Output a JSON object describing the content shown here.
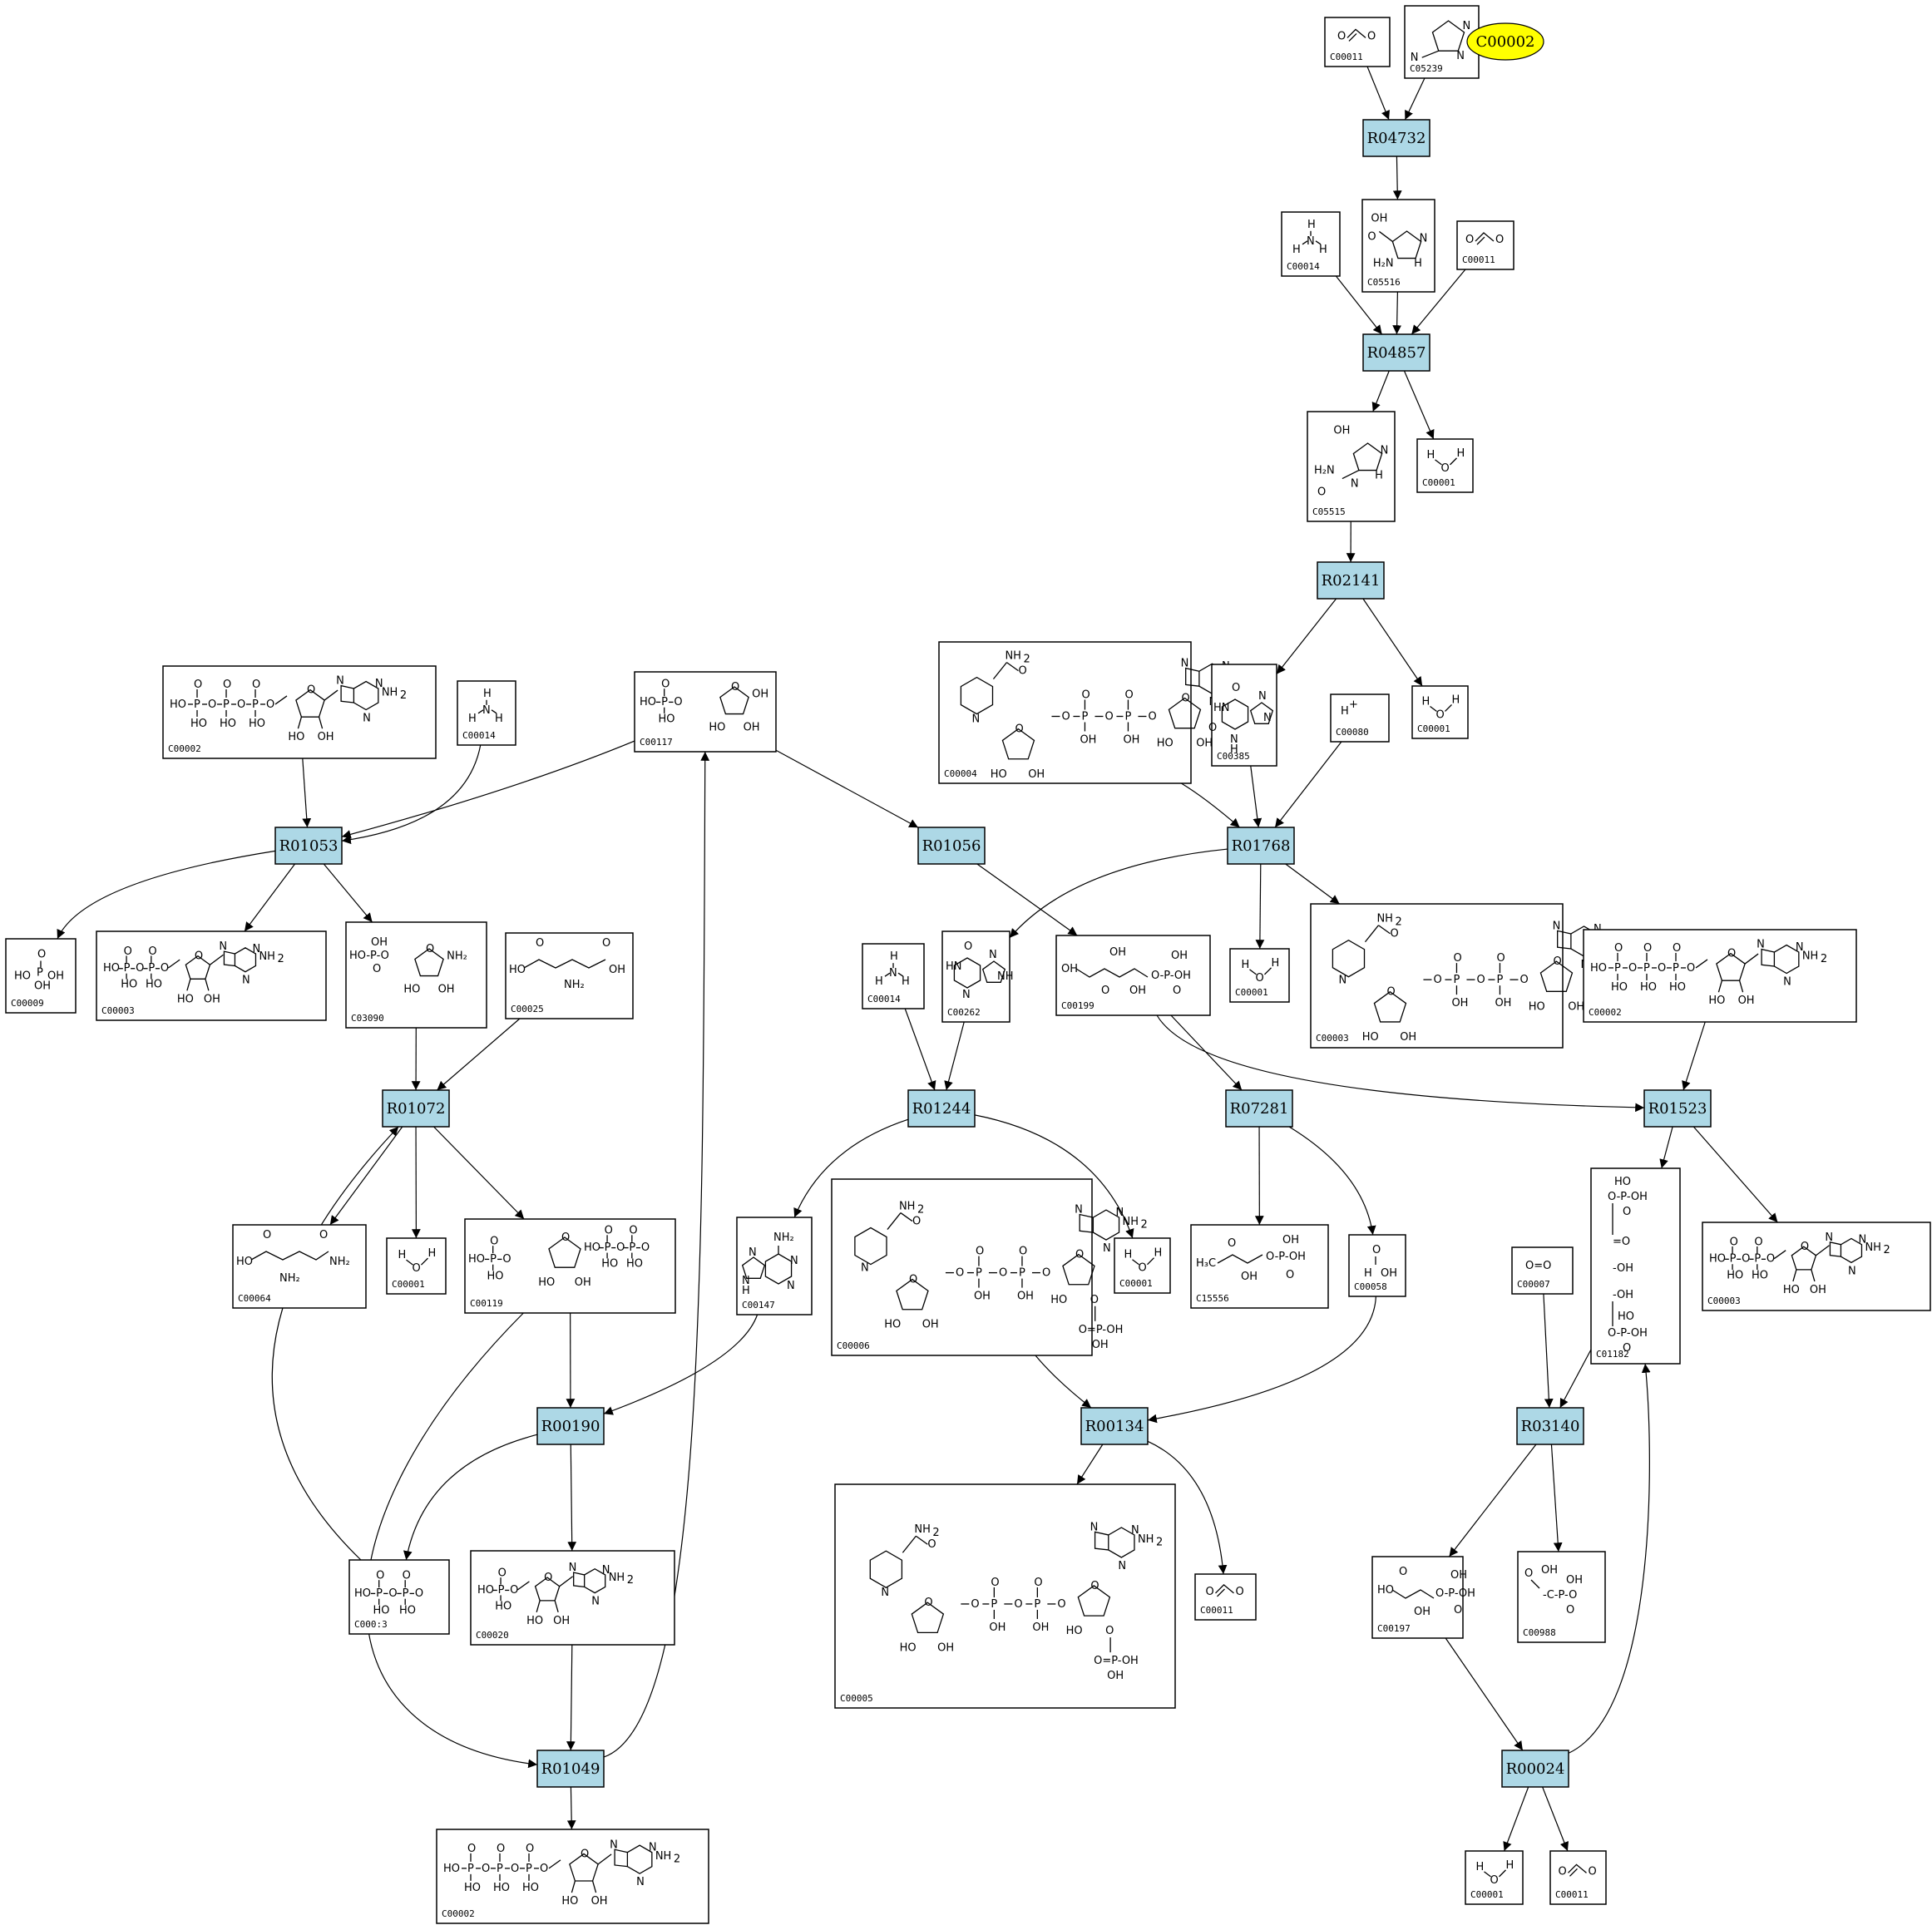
{
  "highlight": {
    "label": "C00002",
    "color": "#ffff00"
  },
  "reaction_color": "#add8e6",
  "reactions": [
    {
      "id": "R04732",
      "label": "R04732"
    },
    {
      "id": "R04857",
      "label": "R04857"
    },
    {
      "id": "R02141",
      "label": "R02141"
    },
    {
      "id": "R01053",
      "label": "R01053"
    },
    {
      "id": "R01056",
      "label": "R01056"
    },
    {
      "id": "R01768",
      "label": "R01768"
    },
    {
      "id": "R01072",
      "label": "R01072"
    },
    {
      "id": "R01244",
      "label": "R01244"
    },
    {
      "id": "R07281",
      "label": "R07281"
    },
    {
      "id": "R01523",
      "label": "R01523"
    },
    {
      "id": "R00190",
      "label": "R00190"
    },
    {
      "id": "R00134",
      "label": "R00134"
    },
    {
      "id": "R03140",
      "label": "R03140"
    },
    {
      "id": "R01049",
      "label": "R01049"
    },
    {
      "id": "R00024",
      "label": "R00024"
    }
  ],
  "compounds": [
    {
      "key": "c11a",
      "label": "C00011",
      "struct": "O=C=O"
    },
    {
      "key": "c5239",
      "label": "C05239",
      "struct": "imidazole"
    },
    {
      "key": "c14a",
      "label": "C00014",
      "struct": "NH3"
    },
    {
      "key": "c5516",
      "label": "C05516",
      "struct": "aminoimidazole-carboxylate"
    },
    {
      "key": "c11b",
      "label": "C00011",
      "struct": "O=C=O"
    },
    {
      "key": "c5515",
      "label": "C05515",
      "struct": "carbamoyl-imidazole"
    },
    {
      "key": "c1a",
      "label": "C00001",
      "struct": "H2O"
    },
    {
      "key": "c2a",
      "label": "C00002",
      "struct": "ATP"
    },
    {
      "key": "c14b",
      "label": "C00014",
      "struct": "NH3"
    },
    {
      "key": "c117",
      "label": "C00117",
      "struct": "ribose-5-phosphate"
    },
    {
      "key": "c4",
      "label": "C00004",
      "struct": "NADH"
    },
    {
      "key": "c385",
      "label": "C00385",
      "struct": "xanthine"
    },
    {
      "key": "c80",
      "label": "C00080",
      "struct": "H+"
    },
    {
      "key": "c1b",
      "label": "C00001",
      "struct": "H2O"
    },
    {
      "key": "c9",
      "label": "C00009",
      "struct": "phosphate"
    },
    {
      "key": "c3a",
      "label": "C00003",
      "struct": "AMP"
    },
    {
      "key": "c3090",
      "label": "C03090",
      "struct": "aminoribose-phosphate"
    },
    {
      "key": "c25",
      "label": "C00025",
      "struct": "glutamate"
    },
    {
      "key": "c14c",
      "label": "C00014",
      "struct": "NH3"
    },
    {
      "key": "c262",
      "label": "C00262",
      "struct": "hypoxanthine"
    },
    {
      "key": "c199",
      "label": "C00199",
      "struct": "ribulose-5-phosphate"
    },
    {
      "key": "c1c",
      "label": "C00001",
      "struct": "H2O"
    },
    {
      "key": "c3b",
      "label": "C00003",
      "struct": "NAD+"
    },
    {
      "key": "c2b",
      "label": "C00002",
      "struct": "ATP"
    },
    {
      "key": "c64",
      "label": "C00064",
      "struct": "glutamine"
    },
    {
      "key": "c1d",
      "label": "C00001",
      "struct": "H2O"
    },
    {
      "key": "c119",
      "label": "C00119",
      "struct": "PRPP"
    },
    {
      "key": "c147",
      "label": "C00147",
      "struct": "adenine"
    },
    {
      "key": "c6",
      "label": "C00006",
      "struct": "NADP+"
    },
    {
      "key": "c1e",
      "label": "C00001",
      "struct": "H2O"
    },
    {
      "key": "c15556",
      "label": "C15556",
      "struct": "hydroxyacetone-phosphate"
    },
    {
      "key": "c58",
      "label": "C00058",
      "struct": "formate"
    },
    {
      "key": "c1182",
      "label": "C01182",
      "struct": "ribulose-bisphosphate"
    },
    {
      "key": "c3c",
      "label": "C00003",
      "struct": "AMP"
    },
    {
      "key": "c7",
      "label": "C00007",
      "struct": "O=O"
    },
    {
      "key": "c13",
      "label": "C00013",
      "display": "C000:3",
      "struct": "pyrophosphate"
    },
    {
      "key": "c20",
      "label": "C00020",
      "struct": "AMP"
    },
    {
      "key": "c5",
      "label": "C00005",
      "struct": "NADPH"
    },
    {
      "key": "c11c",
      "label": "C00011",
      "struct": "O=C=O"
    },
    {
      "key": "c197",
      "label": "C00197",
      "struct": "3-phosphoglycerate"
    },
    {
      "key": "c988",
      "label": "C00988",
      "struct": "phosphoglycolate"
    },
    {
      "key": "c2c",
      "label": "C00002",
      "struct": "ATP"
    },
    {
      "key": "c1f",
      "label": "C00001",
      "struct": "H2O"
    },
    {
      "key": "c11d",
      "label": "C00011",
      "struct": "O=C=O"
    }
  ],
  "edges": [
    [
      "c11a",
      "R04732"
    ],
    [
      "c5239",
      "R04732"
    ],
    [
      "R04732",
      "c5516"
    ],
    [
      "c14a",
      "R04857"
    ],
    [
      "c5516",
      "R04857"
    ],
    [
      "c11b",
      "R04857"
    ],
    [
      "R04857",
      "c5515"
    ],
    [
      "R04857",
      "c1a"
    ],
    [
      "c5515",
      "R02141"
    ],
    [
      "R02141",
      "c385"
    ],
    [
      "R02141",
      "c1b"
    ],
    [
      "c2a",
      "R01053"
    ],
    [
      "c14b",
      "R01053"
    ],
    [
      "c117",
      "R01053"
    ],
    [
      "R01053",
      "c9"
    ],
    [
      "R01053",
      "c3a"
    ],
    [
      "R01053",
      "c3090"
    ],
    [
      "c117",
      "R01056"
    ],
    [
      "R01056",
      "c199"
    ],
    [
      "c4",
      "R01768"
    ],
    [
      "c385",
      "R01768"
    ],
    [
      "c80",
      "R01768"
    ],
    [
      "R01768",
      "c262"
    ],
    [
      "R01768",
      "c1c"
    ],
    [
      "R01768",
      "c3b"
    ],
    [
      "c3090",
      "R01072"
    ],
    [
      "c25",
      "R01072"
    ],
    [
      "c13",
      "R01072"
    ],
    [
      "R01072",
      "c64"
    ],
    [
      "R01072",
      "c1d"
    ],
    [
      "R01072",
      "c119"
    ],
    [
      "c14c",
      "R01244"
    ],
    [
      "c262",
      "R01244"
    ],
    [
      "R01244",
      "c147"
    ],
    [
      "R01244",
      "c1e"
    ],
    [
      "c199",
      "R07281"
    ],
    [
      "R07281",
      "c15556"
    ],
    [
      "R07281",
      "c58"
    ],
    [
      "c199",
      "R01523"
    ],
    [
      "c2b",
      "R01523"
    ],
    [
      "R01523",
      "c1182"
    ],
    [
      "R01523",
      "c3c"
    ],
    [
      "c119",
      "R00190"
    ],
    [
      "c147",
      "R00190"
    ],
    [
      "R00190",
      "c13"
    ],
    [
      "R00190",
      "c20"
    ],
    [
      "c6",
      "R00134"
    ],
    [
      "c58",
      "R00134"
    ],
    [
      "R00134",
      "c5"
    ],
    [
      "R00134",
      "c11c"
    ],
    [
      "c7",
      "R03140"
    ],
    [
      "c1182",
      "R03140"
    ],
    [
      "R03140",
      "c197"
    ],
    [
      "R03140",
      "c988"
    ],
    [
      "c20",
      "R01049"
    ],
    [
      "c119",
      "R01049"
    ],
    [
      "R01049",
      "c2c"
    ],
    [
      "R01049",
      "c117"
    ],
    [
      "c197",
      "R00024"
    ],
    [
      "R00024",
      "c1f"
    ],
    [
      "R00024",
      "c11d"
    ],
    [
      "R00024",
      "c1182"
    ]
  ]
}
